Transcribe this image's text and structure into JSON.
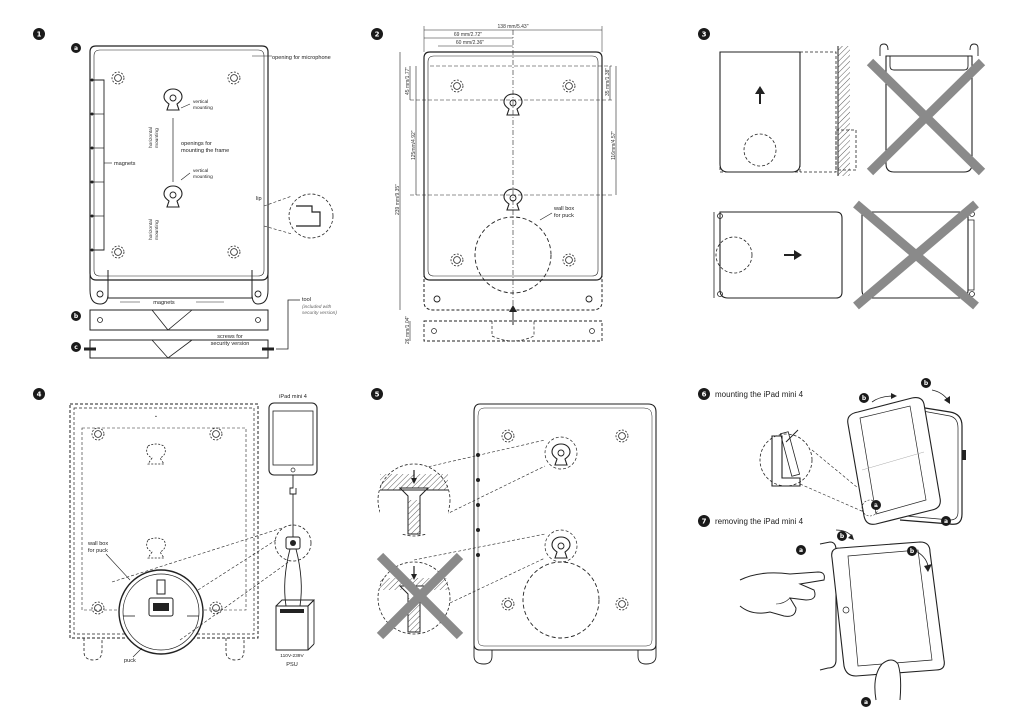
{
  "steps": {
    "s1": "1",
    "s2": "2",
    "s3": "3",
    "s4": "4",
    "s5": "5",
    "s6": "6",
    "s7": "7"
  },
  "letters": {
    "a": "a",
    "b": "b",
    "c": "c"
  },
  "panel1": {
    "opening_mic": "opening for microphone",
    "vertical_mounting": [
      "vertical",
      "mounting"
    ],
    "horizontal_mounting": [
      "horizontal",
      "mounting"
    ],
    "openings_frame": [
      "openings for",
      "mounting the frame"
    ],
    "magnets": "magnets",
    "lip": "lip",
    "magnets_b": "magnets",
    "tool": "tool",
    "tool_note": [
      "(included with",
      "security version)"
    ],
    "screws": [
      "screws for",
      "security version"
    ]
  },
  "panel2": {
    "d1": "138 mm/5.43\"",
    "d2": "69 mm/2.72\"",
    "d3": "60 mm/2.36\"",
    "d4": "45 mm/1.77\"",
    "d5": "125mm/4.92\"",
    "d6": "239 mm/9.35\"",
    "d7": "35 mm/1.38\"",
    "d8": "116mm/4.57\"",
    "d9": "26 mm/1.04\"",
    "wallbox": [
      "wall box",
      "for puck"
    ]
  },
  "panel4": {
    "ipad": "iPad mini 4",
    "wallbox": [
      "wall box",
      "for puck"
    ],
    "puck": "puck",
    "psu_volt": "110V-239V",
    "psu": "PSU"
  },
  "panel6": {
    "title": "mounting the iPad mini 4"
  },
  "panel7": {
    "title": "removing the iPad mini 4"
  },
  "colors": {
    "ink": "#1a1a1a",
    "cross": "#8a8a8a"
  }
}
